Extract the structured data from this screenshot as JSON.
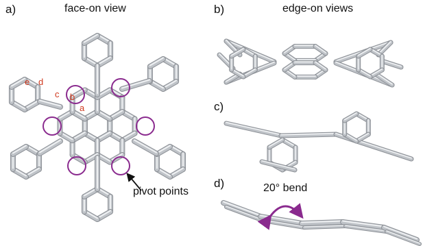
{
  "panels": {
    "a": {
      "label": "a)",
      "caption": "face-on view"
    },
    "b": {
      "label": "b)",
      "caption": "edge-on views"
    },
    "c": {
      "label": "c)"
    },
    "d": {
      "label": "d)"
    }
  },
  "atom_labels": [
    "a",
    "b",
    "c",
    "d",
    "e"
  ],
  "callouts": {
    "pivot": "pivot points",
    "bend": "20° bend"
  },
  "colors": {
    "bond": "#bfc3c8",
    "bond_edge": "#8c9096",
    "pivot_ring": "#8a2a8e",
    "atom_label": "#d0391e",
    "bend_arrow": "#8a2a8e"
  }
}
